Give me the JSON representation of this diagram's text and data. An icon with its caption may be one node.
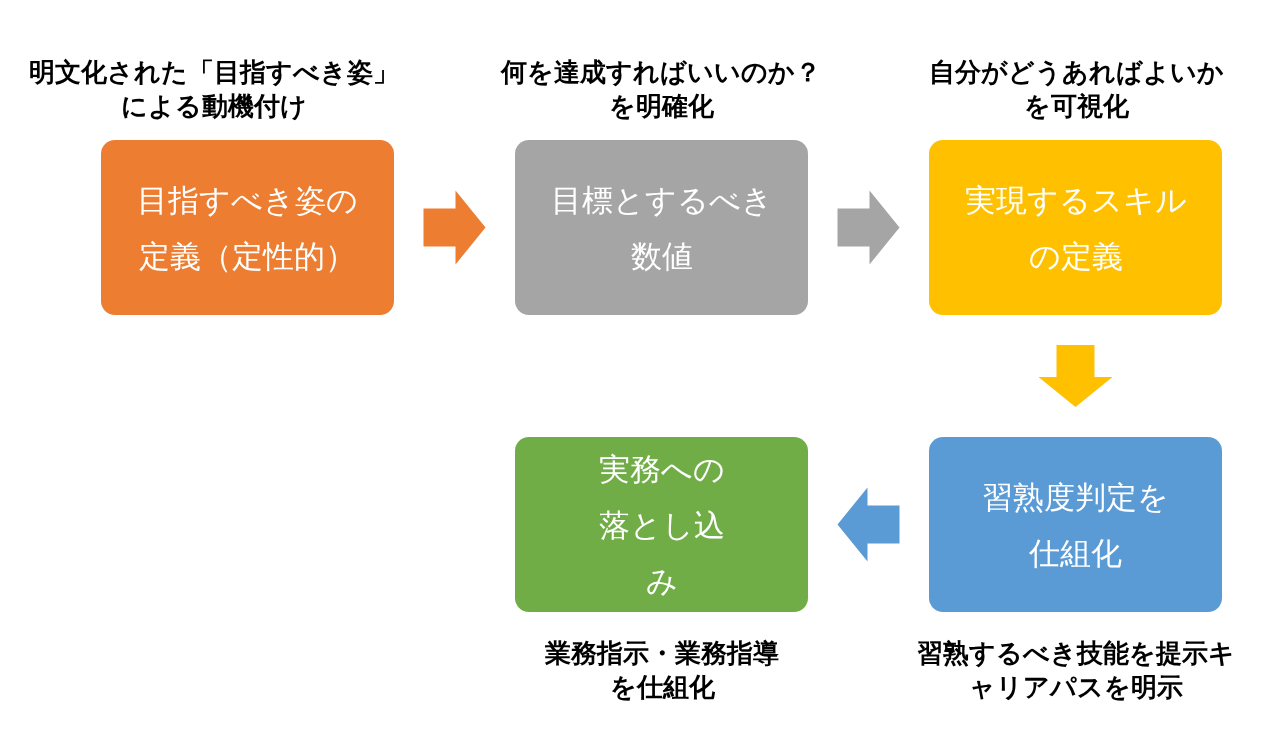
{
  "diagram": {
    "nodes": [
      {
        "text": [
          "目指すべき姿の定義（定性的）"
        ],
        "beside": [
          "明文化された「目指すべき姿」による動機付け"
        ]
      },
      {
        "text": [
          "目標とするべき数値"
        ],
        "beside": [
          "何を達成すればいいのか？を明確化"
        ]
      },
      {
        "text": [
          "実現するスキルの定義"
        ],
        "beside": [
          "自分がどうあればよいかを可視化"
        ]
      },
      {
        "text": [
          "習熟度判定を仕組化"
        ],
        "beside": [
          "習熟するべき技能を提示キャリアパスを明示"
        ]
      },
      {
        "text": [
          "実務への落とし込み"
        ],
        "beside": [
          "業務指示・業務指導を仕組化"
        ]
      }
    ],
    "edges": [
      {
        "from": 0,
        "to": 1,
        "arrow": "to",
        "color": "#ed7d31"
      },
      {
        "from": 1,
        "to": 2,
        "arrow": "to",
        "color": "#a5a5a5"
      },
      {
        "from": 2,
        "to": 3,
        "arrow": "to",
        "color": "#ffc000"
      },
      {
        "from": 3,
        "to": 4,
        "arrow": "to",
        "color": "#5b9bd5"
      }
    ]
  }
}
